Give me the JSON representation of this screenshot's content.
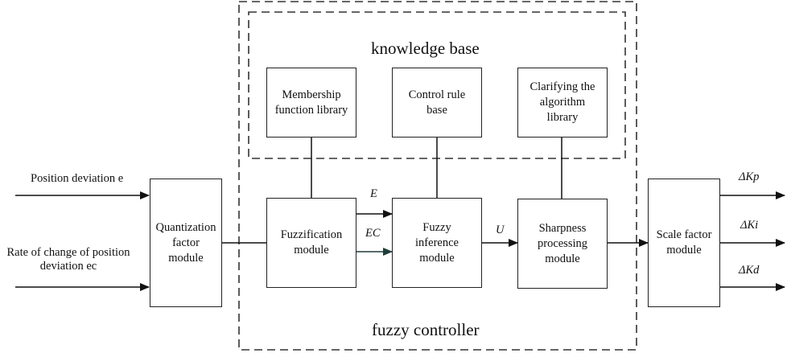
{
  "diagram": {
    "inputs": {
      "position_deviation": "Position deviation e",
      "rate_of_change": "Rate of change of position deviation ec"
    },
    "groups": {
      "fuzzy_controller": "fuzzy controller",
      "knowledge_base": "knowledge base"
    },
    "modules": {
      "quantization": "Quantization factor module",
      "membership": "Membership function library",
      "control_rule": "Control rule base",
      "clarifying": "Clarifying the algorithm library",
      "fuzzification": "Fuzzification module",
      "fuzzy_inference": "Fuzzy inference module",
      "sharpness": "Sharpness processing module",
      "scale_factor": "Scale factor module"
    },
    "signals": {
      "E": "E",
      "EC": "EC",
      "U": "U"
    },
    "outputs": {
      "kp": "ΔKp",
      "ki": "ΔKi",
      "kd": "ΔKd"
    },
    "colors": {
      "line": "#222222",
      "ec_arrow": "#1e3d3a",
      "dashed": "#333333"
    }
  }
}
